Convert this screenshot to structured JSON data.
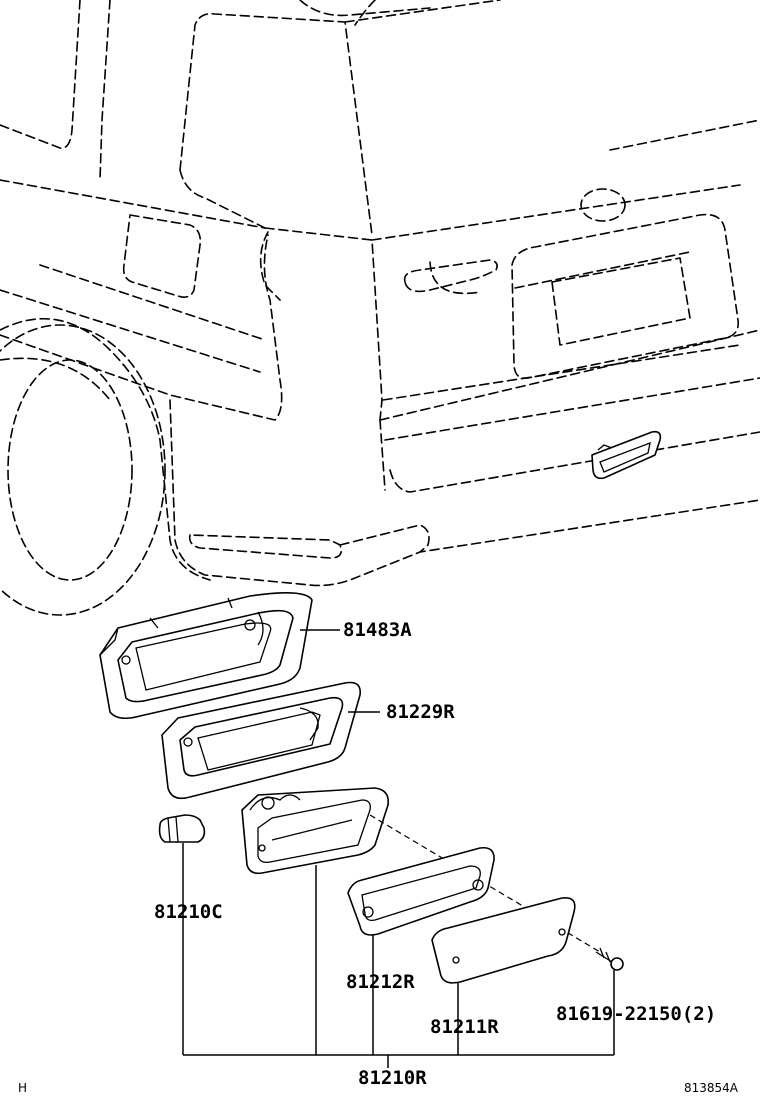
{
  "parts": {
    "housing_cover": "81483A",
    "gasket": "81229R",
    "bulb": "81210C",
    "lens_gasket": "81212R",
    "lens": "81211R",
    "screw": "81619-22150(2)",
    "lamp_assembly": "81210R"
  },
  "footer": {
    "left_code": "H",
    "diagram_id": "813854A"
  }
}
